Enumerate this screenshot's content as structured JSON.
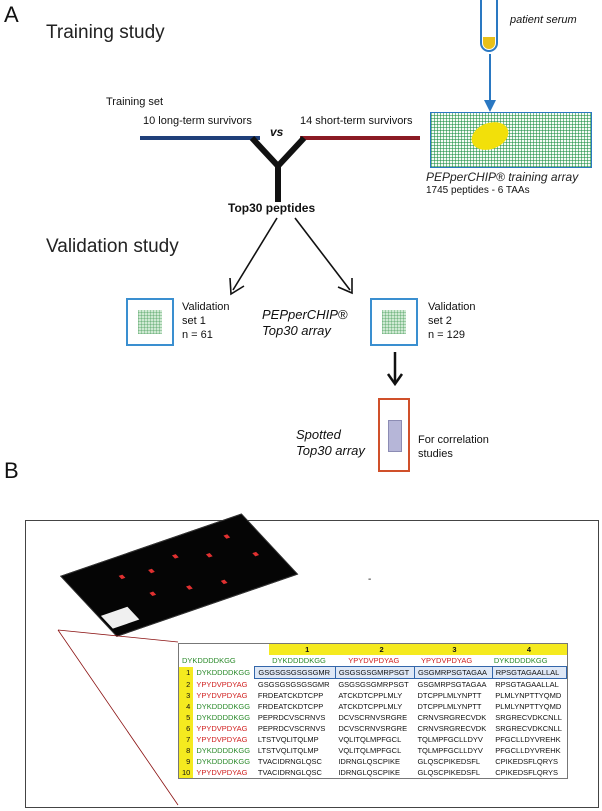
{
  "panel_a": {
    "letter": "A",
    "training_title": "Training study",
    "patient_serum": "patient serum",
    "training_set_label": "Training set",
    "long_term_label": "10 long-term survivors",
    "vs_label": "vs",
    "short_term_label": "14 short-term survivors",
    "training_array_title": "PEPperCHIP® training array",
    "training_array_sub": "1745 peptides - 6 TAAs",
    "top30_label": "Top30 peptides",
    "validation_title": "Validation study",
    "val1_line1": "Validation",
    "val1_line2": "set 1",
    "val1_line3": "n = 61",
    "top30_array_line1": "PEPperCHIP®",
    "top30_array_line2": "Top30 array",
    "val2_line1": "Validation",
    "val2_line2": "set 2",
    "val2_line3": "n = 129",
    "spotted_line1": "Spotted",
    "spotted_line2": "Top30 array",
    "corr_line1": "For correlation",
    "corr_line2": "studies",
    "colors": {
      "long_term": "#1f3f7a",
      "short_term": "#8b1a24",
      "blue_box": "#3a8fd0",
      "orange_box": "#d0502a",
      "serum": "#e8c01a"
    }
  },
  "panel_b": {
    "letter": "B",
    "scan_label": "-",
    "col_headers": [
      "1",
      "2",
      "3",
      "4"
    ],
    "top_row": {
      "left": "DYKDDDDKGG",
      "cells": [
        "DYKDDDDKGG",
        "YPYDVPDYAG",
        "YPYDVPDYAG",
        "DYKDDDDKGG"
      ],
      "colors": [
        "green",
        "red",
        "red",
        "green"
      ]
    },
    "rows": [
      {
        "num": "1",
        "tag": "DYKDDDDKGG",
        "tag_color": "green",
        "cells": [
          "GSGSGSGSGSGMR",
          "GSGSGSGMRPSGT",
          "GSGMRPSGTAGAA",
          "RPSGTAGAALLAL"
        ]
      },
      {
        "num": "2",
        "tag": "YPYDVPDYAG",
        "tag_color": "red",
        "cells": [
          "GSGSGSGSGSGMR",
          "GSGSGSGMRPSGT",
          "GSGMRPSGTAGAA",
          "RPSGTAGAALLAL"
        ]
      },
      {
        "num": "3",
        "tag": "YPYDVPDYAG",
        "tag_color": "red",
        "cells": [
          "FRDEATCKDTCPP",
          "ATCKDTCPPLMLY",
          "DTCPPLMLYNPTT",
          "PLMLYNPTTYQMD"
        ]
      },
      {
        "num": "4",
        "tag": "DYKDDDDKGG",
        "tag_color": "green",
        "cells": [
          "FRDEATCKDTCPP",
          "ATCKDTCPPLMLY",
          "DTCPPLMLYNPTT",
          "PLMLYNPTTYQMD"
        ]
      },
      {
        "num": "5",
        "tag": "DYKDDDDKGG",
        "tag_color": "green",
        "cells": [
          "PEPRDCVSCRNVS",
          "DCVSCRNVSRGRE",
          "CRNVSRGRECVDK",
          "SRGRECVDKCNLL"
        ]
      },
      {
        "num": "6",
        "tag": "YPYDVPDYAG",
        "tag_color": "red",
        "cells": [
          "PEPRDCVSCRNVS",
          "DCVSCRNVSRGRE",
          "CRNVSRGRECVDK",
          "SRGRECVDKCNLL"
        ]
      },
      {
        "num": "7",
        "tag": "YPYDVPDYAG",
        "tag_color": "red",
        "cells": [
          "LTSTVQLITQLMP",
          "VQLITQLMPFGCL",
          "TQLMPFGCLLDYV",
          "PFGCLLDYVREHK"
        ]
      },
      {
        "num": "8",
        "tag": "DYKDDDDKGG",
        "tag_color": "green",
        "cells": [
          "LTSTVQLITQLMP",
          "VQLITQLMPFGCL",
          "TQLMPFGCLLDYV",
          "PFGCLLDYVREHK"
        ]
      },
      {
        "num": "9",
        "tag": "DYKDDDDKGG",
        "tag_color": "green",
        "cells": [
          "TVACIDRNGLQSC",
          "IDRNGLQSCPIKE",
          "GLQSCPIKEDSFL",
          "CPIKEDSFLQRYS"
        ]
      },
      {
        "num": "10",
        "tag": "YPYDVPDYAG",
        "tag_color": "red",
        "cells": [
          "TVACIDRNGLQSC",
          "IDRNGLQSCPIKE",
          "GLQSCPIKEDSFL",
          "CPIKEDSFLQRYS"
        ]
      }
    ]
  }
}
